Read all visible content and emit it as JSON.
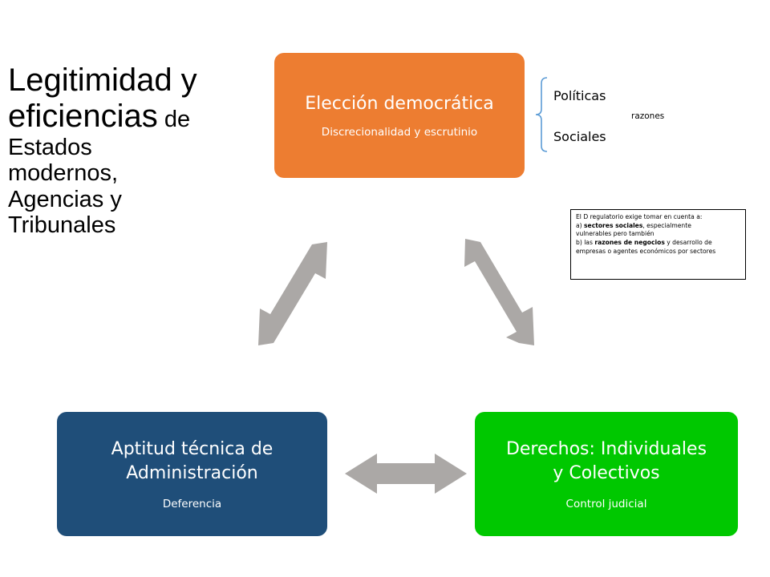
{
  "title": {
    "line1": "Legitimidad y",
    "line2a": "eficiencias",
    "line2b": " de",
    "line3": "Estados",
    "line4": "modernos,",
    "line5": "Agencias y",
    "line6": "Tribunales"
  },
  "nodes": {
    "eleccion": {
      "head": "Elección democrática",
      "sub": "Discrecionalidad y escrutinio",
      "color": "#ed7d31"
    },
    "derechos": {
      "head1": "Derechos: Individuales",
      "head2": "y Colectivos",
      "sub": "Control judicial",
      "color": "#00c800"
    },
    "aptitud": {
      "head1": "Aptitud técnica de",
      "head2": "Administración",
      "sub": "Deferencia",
      "color": "#1f4e79"
    }
  },
  "brace": {
    "top": "Políticas",
    "bottom": "Sociales",
    "center": "razones"
  },
  "note": {
    "line1": "El D regulatorio exige tomar en cuenta a:",
    "line2_pre": " a) ",
    "line2_bold": "sectores sociales",
    "line2_post": ", especialmente",
    "line3": "vulnerables pero también",
    "line4_pre": "b) las ",
    "line4_bold": "razones de negocios",
    "line4_post": " y desarrollo de",
    "line5": "empresas o agentes económicos por sectores"
  },
  "arrow_color": "#aba8a6",
  "icons": [
    "double-headed-arrow-icon",
    "curly-bracket-icon"
  ]
}
